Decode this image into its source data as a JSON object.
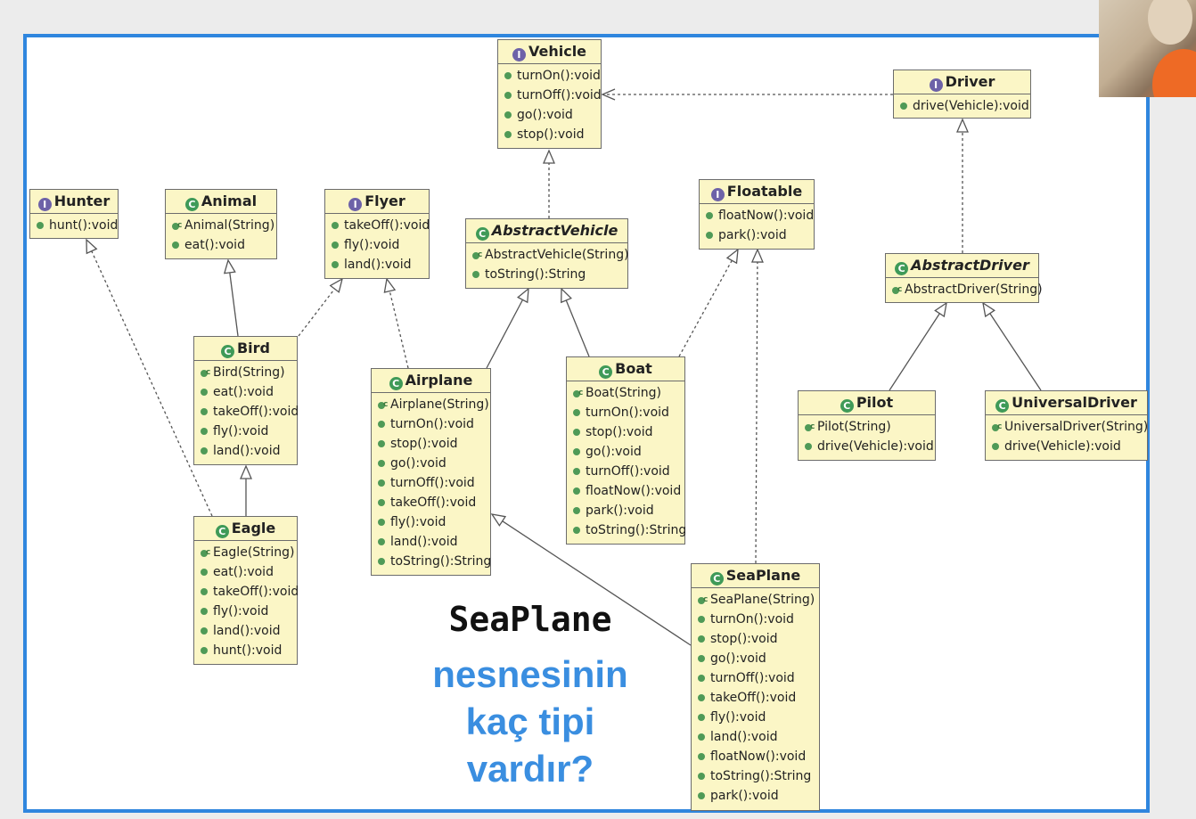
{
  "classes": [
    {
      "name": "Vehicle",
      "kind": "interface",
      "members": [
        {
          "type": "method",
          "label": "turnOn():void"
        },
        {
          "type": "method",
          "label": "turnOff():void"
        },
        {
          "type": "method",
          "label": "go():void"
        },
        {
          "type": "method",
          "label": "stop():void"
        }
      ]
    },
    {
      "name": "Driver",
      "kind": "interface",
      "members": [
        {
          "type": "method",
          "label": "drive(Vehicle):void"
        }
      ]
    },
    {
      "name": "Hunter",
      "kind": "interface",
      "members": [
        {
          "type": "method",
          "label": "hunt():void"
        }
      ]
    },
    {
      "name": "Animal",
      "kind": "class",
      "members": [
        {
          "type": "ctor",
          "label": "Animal(String)"
        },
        {
          "type": "method",
          "label": "eat():void"
        }
      ]
    },
    {
      "name": "Flyer",
      "kind": "interface",
      "members": [
        {
          "type": "method",
          "label": "takeOff():void"
        },
        {
          "type": "method",
          "label": "fly():void"
        },
        {
          "type": "method",
          "label": "land():void"
        }
      ]
    },
    {
      "name": "AbstractVehicle",
      "kind": "abstract",
      "members": [
        {
          "type": "ctor",
          "label": "AbstractVehicle(String)"
        },
        {
          "type": "method",
          "label": "toString():String"
        }
      ]
    },
    {
      "name": "Floatable",
      "kind": "interface",
      "members": [
        {
          "type": "method",
          "label": "floatNow():void"
        },
        {
          "type": "method",
          "label": "park():void"
        }
      ]
    },
    {
      "name": "AbstractDriver",
      "kind": "abstract",
      "members": [
        {
          "type": "ctor",
          "label": "AbstractDriver(String)"
        }
      ]
    },
    {
      "name": "Bird",
      "kind": "class",
      "members": [
        {
          "type": "ctor",
          "label": "Bird(String)"
        },
        {
          "type": "method",
          "label": "eat():void"
        },
        {
          "type": "method",
          "label": "takeOff():void"
        },
        {
          "type": "method",
          "label": "fly():void"
        },
        {
          "type": "method",
          "label": "land():void"
        }
      ]
    },
    {
      "name": "Airplane",
      "kind": "class",
      "members": [
        {
          "type": "ctor",
          "label": "Airplane(String)"
        },
        {
          "type": "method",
          "label": "turnOn():void"
        },
        {
          "type": "method",
          "label": "stop():void"
        },
        {
          "type": "method",
          "label": "go():void"
        },
        {
          "type": "method",
          "label": "turnOff():void"
        },
        {
          "type": "method",
          "label": "takeOff():void"
        },
        {
          "type": "method",
          "label": "fly():void"
        },
        {
          "type": "method",
          "label": "land():void"
        },
        {
          "type": "method",
          "label": "toString():String"
        }
      ]
    },
    {
      "name": "Boat",
      "kind": "class",
      "members": [
        {
          "type": "ctor",
          "label": "Boat(String)"
        },
        {
          "type": "method",
          "label": "turnOn():void"
        },
        {
          "type": "method",
          "label": "stop():void"
        },
        {
          "type": "method",
          "label": "go():void"
        },
        {
          "type": "method",
          "label": "turnOff():void"
        },
        {
          "type": "method",
          "label": "floatNow():void"
        },
        {
          "type": "method",
          "label": "park():void"
        },
        {
          "type": "method",
          "label": "toString():String"
        }
      ]
    },
    {
      "name": "Pilot",
      "kind": "class",
      "members": [
        {
          "type": "ctor",
          "label": "Pilot(String)"
        },
        {
          "type": "method",
          "label": "drive(Vehicle):void"
        }
      ]
    },
    {
      "name": "UniversalDriver",
      "kind": "class",
      "members": [
        {
          "type": "ctor",
          "label": "UniversalDriver(String)"
        },
        {
          "type": "method",
          "label": "drive(Vehicle):void"
        }
      ]
    },
    {
      "name": "Eagle",
      "kind": "class",
      "members": [
        {
          "type": "ctor",
          "label": "Eagle(String)"
        },
        {
          "type": "method",
          "label": "eat():void"
        },
        {
          "type": "method",
          "label": "takeOff():void"
        },
        {
          "type": "method",
          "label": "fly():void"
        },
        {
          "type": "method",
          "label": "land():void"
        },
        {
          "type": "method",
          "label": "hunt():void"
        }
      ]
    },
    {
      "name": "SeaPlane",
      "kind": "class",
      "members": [
        {
          "type": "ctor",
          "label": "SeaPlane(String)"
        },
        {
          "type": "method",
          "label": "turnOn():void"
        },
        {
          "type": "method",
          "label": "stop():void"
        },
        {
          "type": "method",
          "label": "go():void"
        },
        {
          "type": "method",
          "label": "turnOff():void"
        },
        {
          "type": "method",
          "label": "takeOff():void"
        },
        {
          "type": "method",
          "label": "fly():void"
        },
        {
          "type": "method",
          "label": "land():void"
        },
        {
          "type": "method",
          "label": "floatNow():void"
        },
        {
          "type": "method",
          "label": "toString():String"
        },
        {
          "type": "method",
          "label": "park():void"
        }
      ]
    }
  ],
  "relations": [
    {
      "from": "AbstractVehicle",
      "to": "Vehicle",
      "kind": "implements"
    },
    {
      "from": "Driver",
      "to": "Vehicle",
      "kind": "dependency"
    },
    {
      "from": "AbstractDriver",
      "to": "Driver",
      "kind": "implements"
    },
    {
      "from": "Bird",
      "to": "Animal",
      "kind": "extends"
    },
    {
      "from": "Bird",
      "to": "Flyer",
      "kind": "implements"
    },
    {
      "from": "Eagle",
      "to": "Bird",
      "kind": "extends"
    },
    {
      "from": "Eagle",
      "to": "Hunter",
      "kind": "implements"
    },
    {
      "from": "Airplane",
      "to": "Flyer",
      "kind": "implements"
    },
    {
      "from": "Airplane",
      "to": "AbstractVehicle",
      "kind": "extends"
    },
    {
      "from": "Boat",
      "to": "AbstractVehicle",
      "kind": "extends"
    },
    {
      "from": "Boat",
      "to": "Floatable",
      "kind": "implements"
    },
    {
      "from": "SeaPlane",
      "to": "Airplane",
      "kind": "extends"
    },
    {
      "from": "SeaPlane",
      "to": "Floatable",
      "kind": "implements"
    },
    {
      "from": "Pilot",
      "to": "AbstractDriver",
      "kind": "extends"
    },
    {
      "from": "UniversalDriver",
      "to": "AbstractDriver",
      "kind": "extends"
    }
  ],
  "caption": {
    "line1": "SeaPlane",
    "line2": "nesnesinin",
    "line3": "kaç tipi",
    "line4": "vardır?"
  },
  "colors": {
    "frame": "#2f86de",
    "class_fill": "#fbf6c6",
    "caption_accent": "#3a8ee0",
    "interface_badge": "#6d62a8",
    "class_badge": "#3f9a58"
  }
}
